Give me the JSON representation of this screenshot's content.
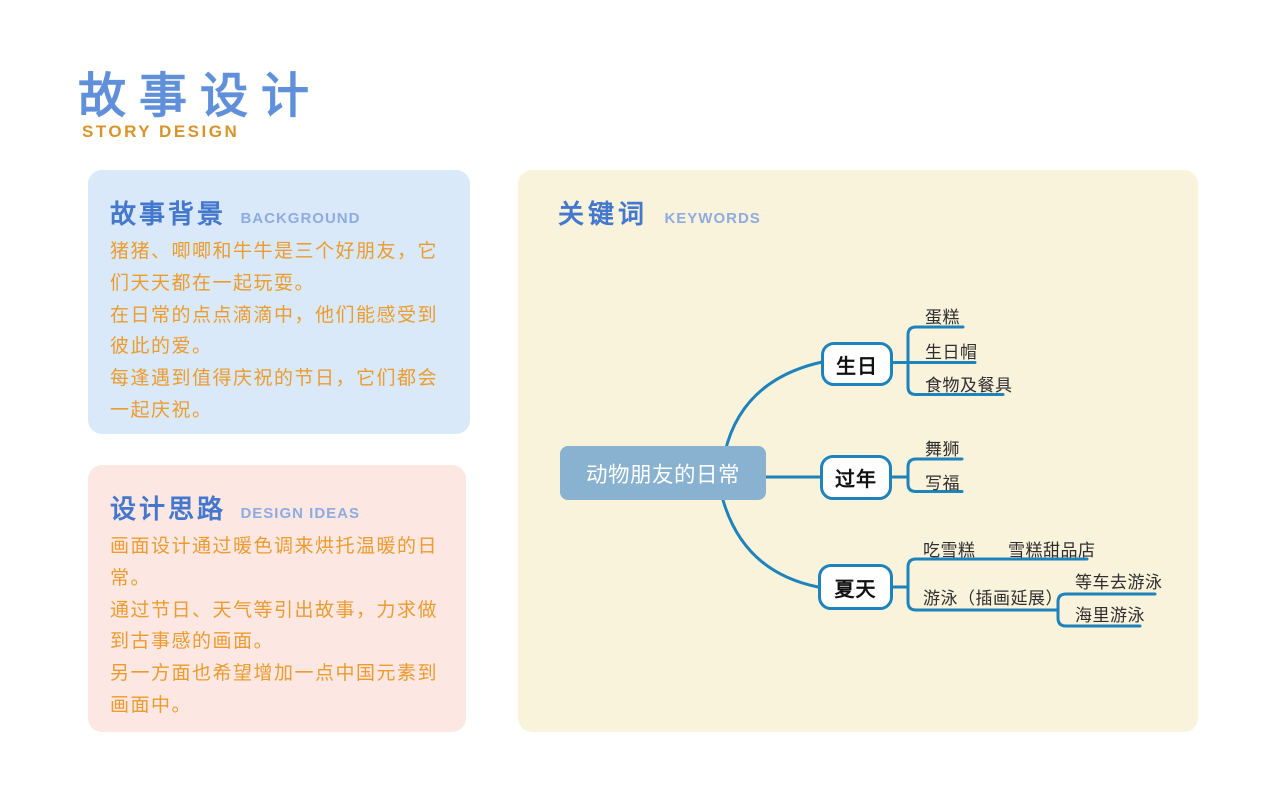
{
  "page": {
    "title": "故事设计",
    "subtitle": "STORY DESIGN"
  },
  "background_card": {
    "heading": "故事背景",
    "heading_en": "BACKGROUND",
    "lines": [
      "猪猪、唧唧和牛牛是三个好朋友，它",
      "们天天都在一起玩耍。",
      "在日常的点点滴滴中，他们能感受到",
      "彼此的爱。",
      "每逢遇到值得庆祝的节日，它们都会",
      "一起庆祝。"
    ]
  },
  "design_card": {
    "heading": "设计思路",
    "heading_en": "DESIGN IDEAS",
    "lines": [
      "画面设计通过暖色调来烘托温暖的日",
      "常。",
      "通过节日、天气等引出故事，力求做",
      "到古事感的画面。",
      "另一方面也希望增加一点中国元素到",
      "画面中。"
    ]
  },
  "keywords_panel": {
    "heading": "关键词",
    "heading_en": "KEYWORDS",
    "mindmap": {
      "root": "动物朋友的日常",
      "branches": [
        {
          "label": "生日",
          "children": [
            {
              "label": "蛋糕"
            },
            {
              "label": "生日帽"
            },
            {
              "label": "食物及餐具"
            }
          ]
        },
        {
          "label": "过年",
          "children": [
            {
              "label": "舞狮"
            },
            {
              "label": "写福"
            }
          ]
        },
        {
          "label": "夏天",
          "children": [
            {
              "label": "吃雪糕",
              "children": [
                {
                  "label": "雪糕甜品店"
                }
              ]
            },
            {
              "label": "游泳（插画延展）",
              "children": [
                {
                  "label": "等车去游泳"
                },
                {
                  "label": "海里游泳"
                }
              ]
            }
          ]
        }
      ]
    }
  },
  "colors": {
    "title_blue": "#6190DB",
    "subtitle_orange": "#D8942A",
    "heading_blue": "#4478CC",
    "heading_en_blue": "#8FABE0",
    "body_orange": "#EC9C2F",
    "card_blue_bg": "#D9E9FA",
    "card_pink_bg": "#FCE7E3",
    "panel_cream_bg": "#FAF3DC",
    "mindmap_line_blue": "#1E82BB",
    "root_node_fill": "#88B2CF",
    "root_node_text": "#FFFFFF"
  }
}
